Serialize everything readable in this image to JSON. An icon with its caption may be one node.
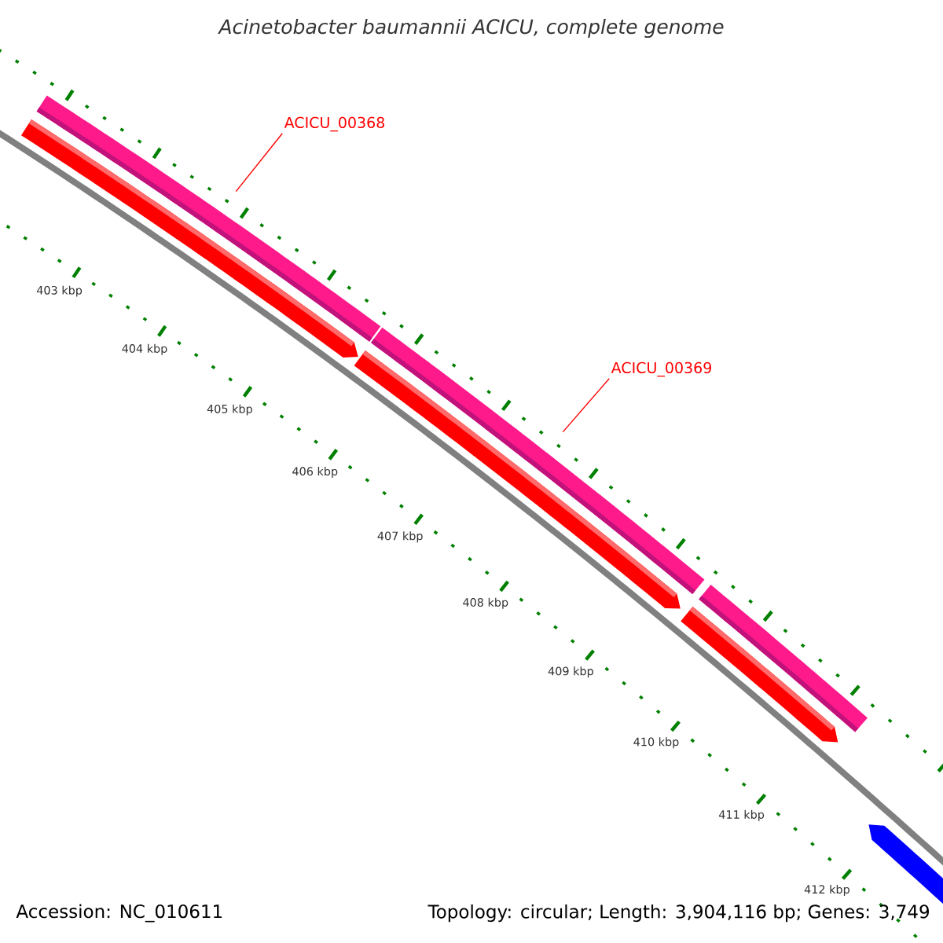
{
  "diagram": {
    "title": "Acinetobacter baumannii ACICU, complete genome",
    "nodes": [
      {
        "text": [
          "ACICU_00368"
        ]
      },
      {
        "text": [],
        "shape": "bar"
      },
      {
        "text": [
          "ACICU_00369"
        ]
      },
      {
        "text": [],
        "shape": "bar"
      }
    ],
    "edges": [
      {
        "from": 0,
        "to": 1,
        "arrow": "none"
      },
      {
        "from": 2,
        "to": 3,
        "arrow": "none"
      }
    ],
    "labels": [
      "403 kbp",
      "404 kbp",
      "405 kbp",
      "406 kbp",
      "407 kbp",
      "408 kbp",
      "409 kbp",
      "410 kbp",
      "411 kbp",
      "412 kbp",
      "Accession: NC_010611",
      "Topology: circular; Length: 3,904,116 bp; Genes: 3,749"
    ]
  }
}
